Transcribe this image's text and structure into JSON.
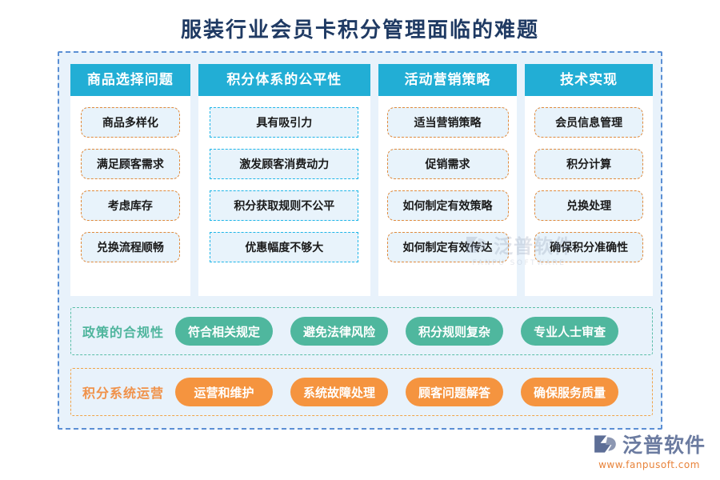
{
  "page": {
    "title": "服装行业会员卡积分管理面临的难题",
    "title_color": "#1f3a63"
  },
  "theme": {
    "header_blue": "#22aed5",
    "panel_bg": "#e8f2fb",
    "item_bg": "#e8f3fb",
    "orange_dash": "#e08a3c",
    "cyan_dash": "#1fb6e8",
    "green": "#4fb79e",
    "orange": "#f5943f",
    "frame_dash": "#5b8fd4"
  },
  "columns": [
    {
      "header": "商品选择问题",
      "style": "orange",
      "items": [
        "商品多样化",
        "满足顾客需求",
        "考虑库存",
        "兑换流程顺畅"
      ]
    },
    {
      "header": "积分体系的公平性",
      "style": "cyan",
      "items": [
        "具有吸引力",
        "激发顾客消费动力",
        "积分获取规则不公平",
        "优惠幅度不够大"
      ]
    },
    {
      "header": "活动营销策略",
      "style": "orange",
      "items": [
        "适当营销策略",
        "促销需求",
        "如何制定有效策略",
        "如何制定有效传达"
      ]
    },
    {
      "header": "技术实现",
      "style": "orange",
      "items": [
        "会员信息管理",
        "积分计算",
        "兑换处理",
        "确保积分准确性"
      ]
    }
  ],
  "bars": [
    {
      "label": "政策的合规性",
      "color": "green",
      "pills": [
        "符合相关规定",
        "避免法律风险",
        "积分规则复杂",
        "专业人士审查"
      ]
    },
    {
      "label": "积分系统运营",
      "color": "orange",
      "pills": [
        "运营和维护",
        "系统故障处理",
        "顾客问题解答",
        "确保服务质量"
      ]
    }
  ],
  "watermark": {
    "name": "泛普软件",
    "sub": "FANPU SOFTWARE"
  },
  "brand": {
    "name": "泛普软件",
    "url": "www.fanpusoft.com"
  }
}
